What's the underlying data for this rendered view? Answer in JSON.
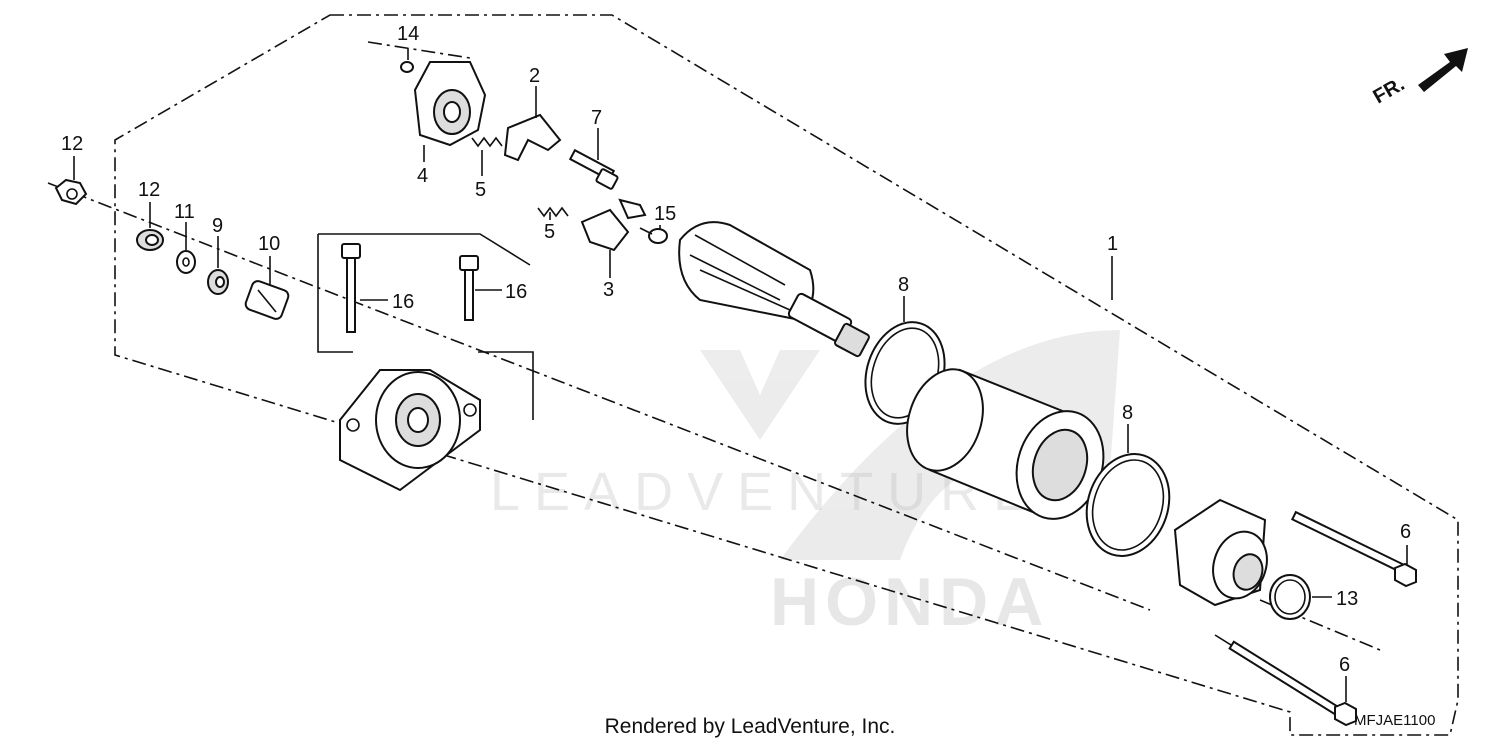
{
  "diagram": {
    "callouts": {
      "p1": "1",
      "p2": "2",
      "p3": "3",
      "p4": "4",
      "p5a": "5",
      "p5b": "5",
      "p6a": "6",
      "p6b": "6",
      "p7": "7",
      "p8a": "8",
      "p8b": "8",
      "p9": "9",
      "p10": "10",
      "p11": "11",
      "p12a": "12",
      "p12b": "12",
      "p13": "13",
      "p14": "14",
      "p15": "15",
      "p16a": "16",
      "p16b": "16"
    },
    "direction_label": "FR.",
    "watermark_text": "LEADVENTURE",
    "brand_text": "HONDA",
    "footer": "Rendered by LeadVenture, Inc.",
    "diagram_code": "MFJAE1100"
  }
}
